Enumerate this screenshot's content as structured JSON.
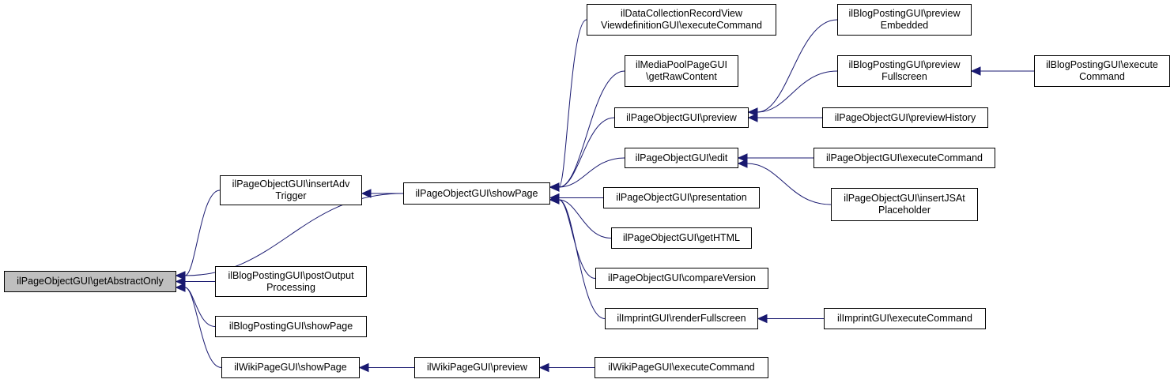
{
  "graph": {
    "colors": {
      "edge": "#191970",
      "border": "#000000",
      "root_fill": "#bfbfbf",
      "node_fill": "#ffffff"
    },
    "nodes": {
      "getAbstractOnly": {
        "lines": [
          "ilPageObjectGUI\\getAbstractOnly"
        ]
      },
      "insertAdvTrigger": {
        "lines": [
          "ilPageObjectGUI\\insertAdv",
          "Trigger"
        ]
      },
      "postOutputProcessing": {
        "lines": [
          "ilBlogPostingGUI\\postOutput",
          "Processing"
        ]
      },
      "blogShowPage": {
        "lines": [
          "ilBlogPostingGUI\\showPage"
        ]
      },
      "wikiShowPage": {
        "lines": [
          "ilWikiPageGUI\\showPage"
        ]
      },
      "showPage": {
        "lines": [
          "ilPageObjectGUI\\showPage"
        ]
      },
      "wikiPreview": {
        "lines": [
          "ilWikiPageGUI\\preview"
        ]
      },
      "wikiExecuteCommand": {
        "lines": [
          "ilWikiPageGUI\\executeCommand"
        ]
      },
      "dataCollection": {
        "lines": [
          "ilDataCollectionRecordView",
          "ViewdefinitionGUI\\executeCommand"
        ]
      },
      "mediaPool": {
        "lines": [
          "ilMediaPoolPageGUI",
          "\\getRawContent"
        ]
      },
      "preview": {
        "lines": [
          "ilPageObjectGUI\\preview"
        ]
      },
      "edit": {
        "lines": [
          "ilPageObjectGUI\\edit"
        ]
      },
      "presentation": {
        "lines": [
          "ilPageObjectGUI\\presentation"
        ]
      },
      "getHTML": {
        "lines": [
          "ilPageObjectGUI\\getHTML"
        ]
      },
      "compareVersion": {
        "lines": [
          "ilPageObjectGUI\\compareVersion"
        ]
      },
      "renderFullscreen": {
        "lines": [
          "ilImprintGUI\\renderFullscreen"
        ]
      },
      "blogPreviewEmbedded": {
        "lines": [
          "ilBlogPostingGUI\\preview",
          "Embedded"
        ]
      },
      "blogPreviewFullscreen": {
        "lines": [
          "ilBlogPostingGUI\\preview",
          "Fullscreen"
        ]
      },
      "previewHistory": {
        "lines": [
          "ilPageObjectGUI\\previewHistory"
        ]
      },
      "executeCommand": {
        "lines": [
          "ilPageObjectGUI\\executeCommand"
        ]
      },
      "insertJSAtPlaceholder": {
        "lines": [
          "ilPageObjectGUI\\insertJSAt",
          "Placeholder"
        ]
      },
      "imprintExecuteCommand": {
        "lines": [
          "ilImprintGUI\\executeCommand"
        ]
      },
      "blogExecuteCommand": {
        "lines": [
          "ilBlogPostingGUI\\execute",
          "Command"
        ]
      }
    },
    "edges": [
      {
        "from": "insertAdvTrigger",
        "to": "getAbstractOnly"
      },
      {
        "from": "showPage",
        "to": "getAbstractOnly"
      },
      {
        "from": "postOutputProcessing",
        "to": "getAbstractOnly"
      },
      {
        "from": "blogShowPage",
        "to": "getAbstractOnly"
      },
      {
        "from": "wikiShowPage",
        "to": "getAbstractOnly"
      },
      {
        "from": "showPage",
        "to": "insertAdvTrigger"
      },
      {
        "from": "wikiPreview",
        "to": "wikiShowPage"
      },
      {
        "from": "wikiExecuteCommand",
        "to": "wikiPreview"
      },
      {
        "from": "dataCollection",
        "to": "showPage"
      },
      {
        "from": "mediaPool",
        "to": "showPage"
      },
      {
        "from": "preview",
        "to": "showPage"
      },
      {
        "from": "edit",
        "to": "showPage"
      },
      {
        "from": "presentation",
        "to": "showPage"
      },
      {
        "from": "getHTML",
        "to": "showPage"
      },
      {
        "from": "compareVersion",
        "to": "showPage"
      },
      {
        "from": "renderFullscreen",
        "to": "showPage"
      },
      {
        "from": "blogPreviewEmbedded",
        "to": "preview"
      },
      {
        "from": "blogPreviewFullscreen",
        "to": "preview"
      },
      {
        "from": "previewHistory",
        "to": "preview"
      },
      {
        "from": "executeCommand",
        "to": "edit"
      },
      {
        "from": "insertJSAtPlaceholder",
        "to": "edit"
      },
      {
        "from": "imprintExecuteCommand",
        "to": "renderFullscreen"
      },
      {
        "from": "blogExecuteCommand",
        "to": "blogPreviewFullscreen"
      }
    ]
  }
}
